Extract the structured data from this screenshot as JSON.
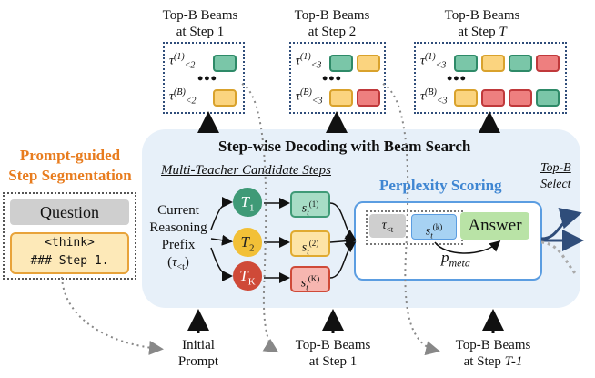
{
  "beam_groups": [
    {
      "title_line1": "Top-B Beams",
      "title_line2": "at Step 1",
      "tau_top_base": "τ",
      "tau_top_sup": "(1)",
      "tau_top_sub": "<2",
      "tau_bot_base": "τ",
      "tau_bot_sup": "(B)",
      "tau_bot_sub": "<2",
      "dots": "•••"
    },
    {
      "title_line1": "Top-B Beams",
      "title_line2": "at Step 2",
      "tau_top_base": "τ",
      "tau_top_sup": "(1)",
      "tau_top_sub": "<3",
      "tau_bot_base": "τ",
      "tau_bot_sup": "(B)",
      "tau_bot_sub": "<3",
      "dots": "•••"
    },
    {
      "title_line1": "Top-B Beams",
      "title_line2_prefix": "at Step ",
      "title_line2_var": "T",
      "tau_top_base": "τ",
      "tau_top_sup": "(1)",
      "tau_top_sub": "<3",
      "tau_bot_base": "τ",
      "tau_bot_sup": "(B)",
      "tau_bot_sub": "<3",
      "dots": "•••"
    }
  ],
  "segmentation": {
    "title_line1": "Prompt-guided",
    "title_line2": "Step Segmentation",
    "question": "Question",
    "think_line1": "<think>",
    "think_line2": "### Step 1."
  },
  "main": {
    "title": "Step-wise Decoding with Beam Search",
    "candidates_label": "Multi-Teacher Candidate Steps",
    "prefix_line1": "Current",
    "prefix_line2": "Reasoning",
    "prefix_line3": "Prefix",
    "prefix_tau": "τ",
    "prefix_sub": "<t",
    "teachers": [
      {
        "base": "T",
        "sub": "1"
      },
      {
        "base": "T",
        "sub": "2"
      },
      {
        "base": "T",
        "sub": "K"
      }
    ],
    "steps": [
      {
        "base": "s",
        "sup": "(1)",
        "sub": "t"
      },
      {
        "base": "s",
        "sup": "(2)",
        "sub": "t"
      },
      {
        "base": "s",
        "sup": "(K)",
        "sub": "t"
      }
    ],
    "scoring_title": "Perplexity Scoring",
    "seg_tau": "τ",
    "seg_tau_sub": "<t",
    "seg_s": "s",
    "seg_s_sup": "(k)",
    "seg_s_sub": "t",
    "answer": "Answer",
    "p_base": "p",
    "p_sub": "meta",
    "select_line1": "Top-B",
    "select_line2": "Select"
  },
  "bottom": [
    {
      "line1": "Initial",
      "line2": "Prompt"
    },
    {
      "line1": "Top-B Beams",
      "line2": "at Step 1"
    },
    {
      "line1": "Top-B Beams",
      "line2_prefix": "at Step ",
      "line2_var": "T-1"
    }
  ],
  "colors": {
    "green": "#7ac6a8",
    "yellow": "#fbd47f",
    "red": "#ee7f7f",
    "blue": "#3f86d2",
    "orange": "#e87c1e",
    "panel": "#e7f0f9"
  }
}
